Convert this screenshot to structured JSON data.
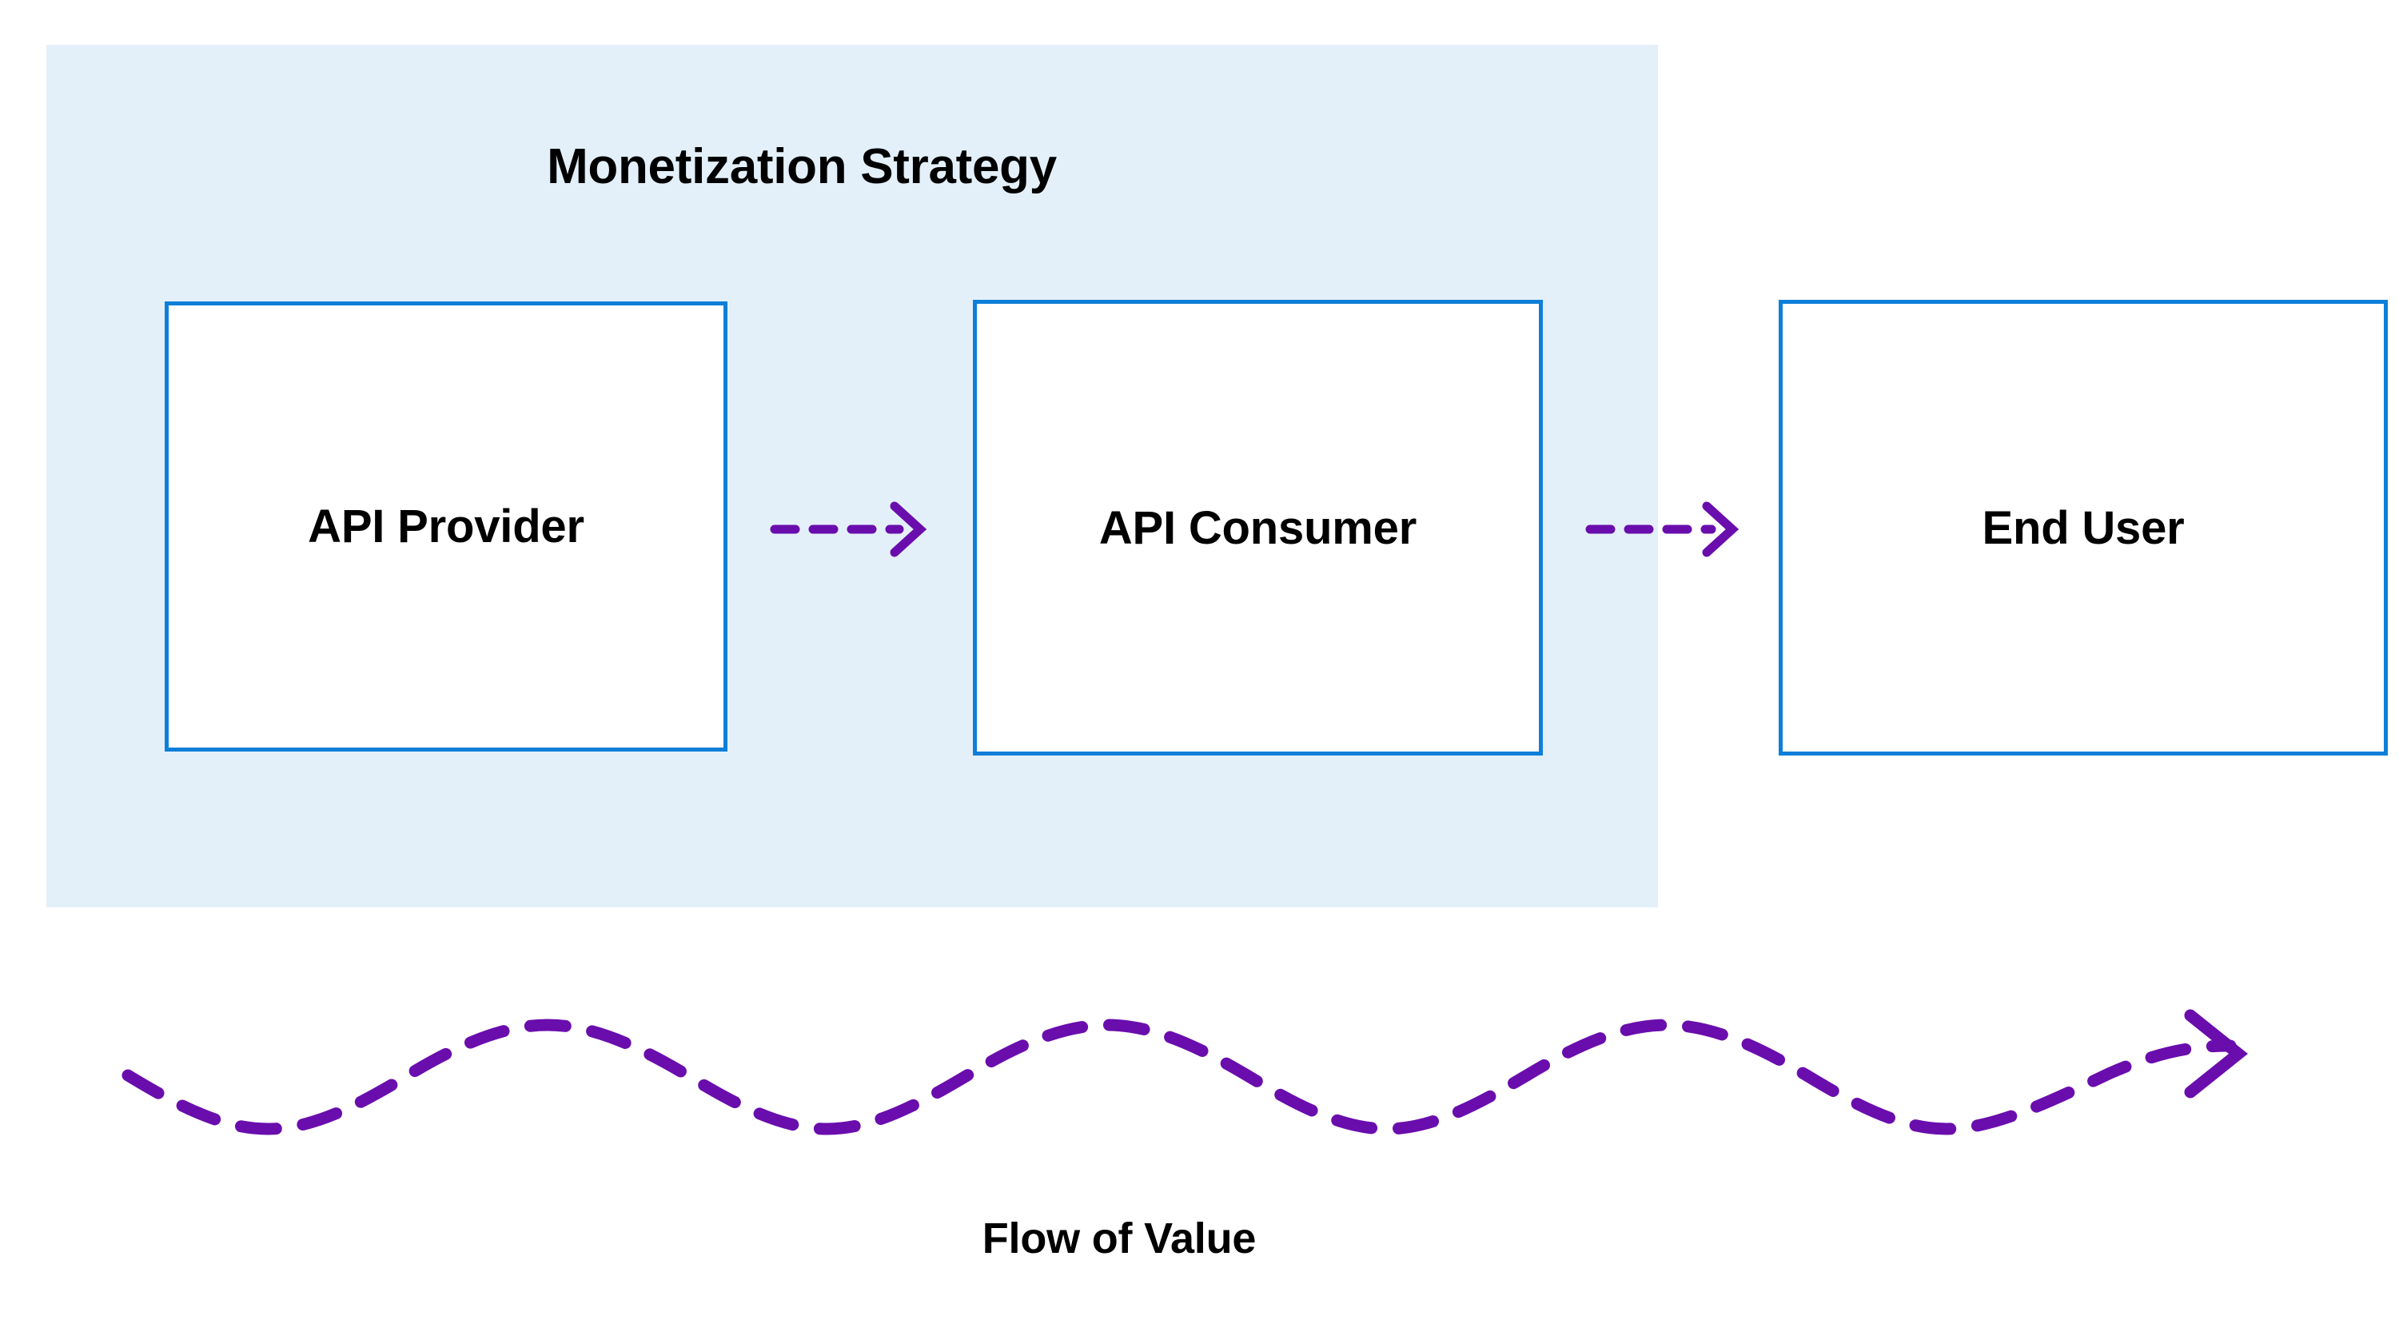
{
  "diagram": {
    "title": "Monetization Strategy",
    "background_color": "#ffffff",
    "panel_color": "#e3f0fa",
    "node_border_color": "#0e7fd8",
    "node_fill_color": "#ffffff",
    "arrow_color": "#6a0dad",
    "text_color": "#000000"
  },
  "nodes": [
    {
      "id": "api-provider",
      "label": "API Provider"
    },
    {
      "id": "api-consumer",
      "label": "API Consumer"
    },
    {
      "id": "end-user",
      "label": "End User"
    }
  ],
  "connectors": [
    {
      "id": "provider-to-consumer",
      "from": "API Provider",
      "to": "API Consumer",
      "style": "dashed",
      "arrowhead": "open-chevron"
    },
    {
      "id": "consumer-to-enduser",
      "from": "API Consumer",
      "to": "End User",
      "style": "dashed",
      "arrowhead": "open-chevron"
    }
  ],
  "flow": {
    "caption": "Flow of Value",
    "style": "dashed-sine-wave",
    "arrowhead": "open-chevron",
    "direction": "left-to-right"
  }
}
